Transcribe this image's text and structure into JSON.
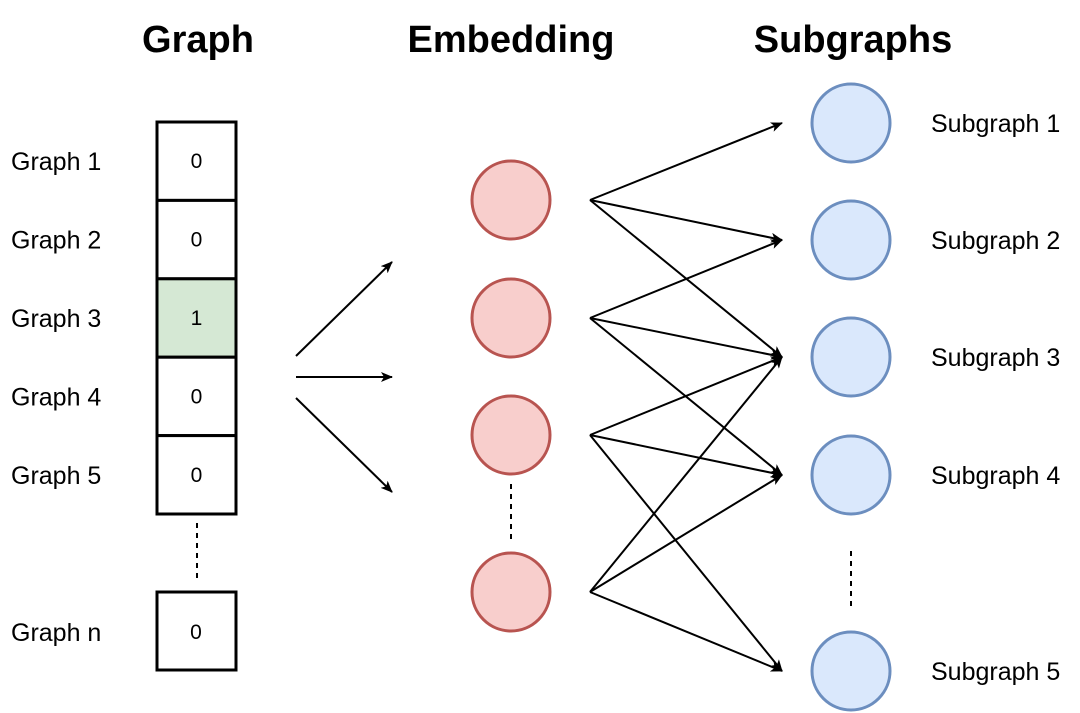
{
  "headings": {
    "graph": "Graph",
    "embedding": "Embedding",
    "subgraphs": "Subgraphs"
  },
  "graphs": [
    {
      "label": "Graph 1",
      "value": "0",
      "active": false
    },
    {
      "label": "Graph 2",
      "value": "0",
      "active": false
    },
    {
      "label": "Graph 3",
      "value": "1",
      "active": true
    },
    {
      "label": "Graph 4",
      "value": "0",
      "active": false
    },
    {
      "label": "Graph 5",
      "value": "0",
      "active": false
    }
  ],
  "graph_last": {
    "label": "Graph n",
    "value": "0"
  },
  "subgraphs": [
    "Subgraph 1",
    "Subgraph 2",
    "Subgraph 3",
    "Subgraph 4",
    "Subgraph 5"
  ],
  "embedding_node_count": 4,
  "connections": [
    {
      "from_embedding": 1,
      "to_subgraph": 1
    },
    {
      "from_embedding": 1,
      "to_subgraph": 2
    },
    {
      "from_embedding": 1,
      "to_subgraph": 3
    },
    {
      "from_embedding": 2,
      "to_subgraph": 2
    },
    {
      "from_embedding": 2,
      "to_subgraph": 3
    },
    {
      "from_embedding": 2,
      "to_subgraph": 4
    },
    {
      "from_embedding": 3,
      "to_subgraph": 3
    },
    {
      "from_embedding": 3,
      "to_subgraph": 4
    },
    {
      "from_embedding": 3,
      "to_subgraph": 5
    },
    {
      "from_embedding": 4,
      "to_subgraph": 3
    },
    {
      "from_embedding": 4,
      "to_subgraph": 4
    },
    {
      "from_embedding": 4,
      "to_subgraph": 5
    }
  ],
  "colors": {
    "active_cell": "#d5e8d4",
    "embedding_fill": "#f8cecc",
    "embedding_stroke": "#b85450",
    "subgraph_fill": "#dae8fc",
    "subgraph_stroke": "#6c8ebf"
  }
}
